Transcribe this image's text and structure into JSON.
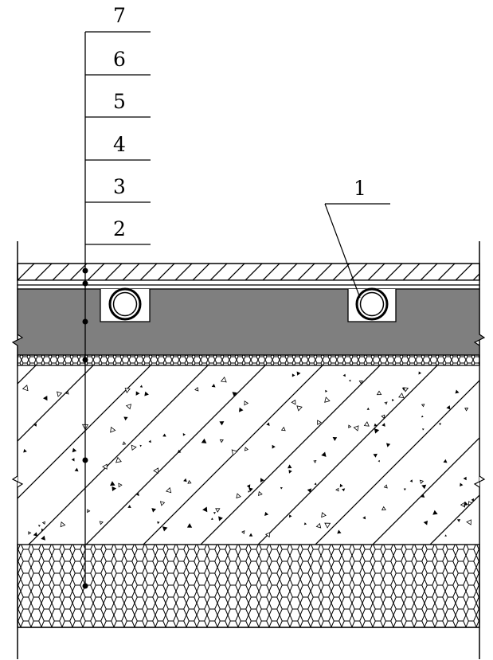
{
  "labels": {
    "l1": "1",
    "l2": "2",
    "l3": "3",
    "l4": "4",
    "l5": "5",
    "l6": "6",
    "l7": "7"
  },
  "colors": {
    "ink": "#000000",
    "filler_layer": "#7f7f7f",
    "background": "#ffffff"
  }
}
